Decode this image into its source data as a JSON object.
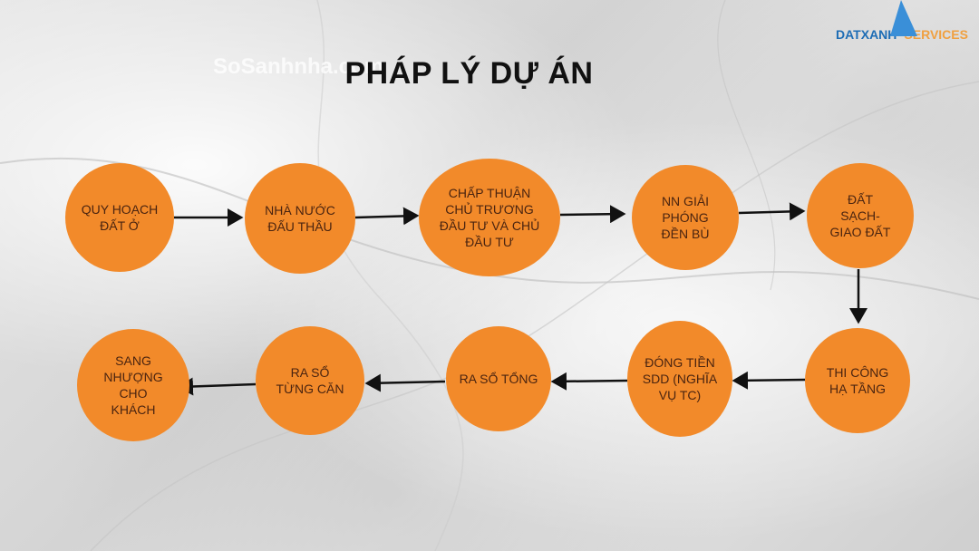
{
  "title": "PHÁP LÝ DỰ ÁN",
  "logo": {
    "text": "DATXANH",
    "suffix": "SERVICES"
  },
  "watermark": "SoSanhnha.com",
  "colors": {
    "node": "#f28a2a",
    "node_text": "#4a2410",
    "arrow": "#111111"
  },
  "steps": [
    "QUY HOẠCH ĐẤT Ở",
    "NHÀ NƯỚC ĐẤU THẦU",
    "CHẤP THUẬN CHỦ TRƯƠNG ĐẦU TƯ VÀ CHỦ ĐẦU TƯ",
    "NN GIẢI PHÓNG ĐỀN BÙ",
    "ĐẤT SẠCH- GIAO ĐẤT",
    "THI CÔNG HẠ TẦNG",
    "ĐÓNG TIỀN SDD (NGHĨA VỤ TC)",
    "RA SỔ TỔNG",
    "RA SỔ TỪNG CĂN",
    "SANG NHƯỢNG CHO KHÁCH"
  ]
}
